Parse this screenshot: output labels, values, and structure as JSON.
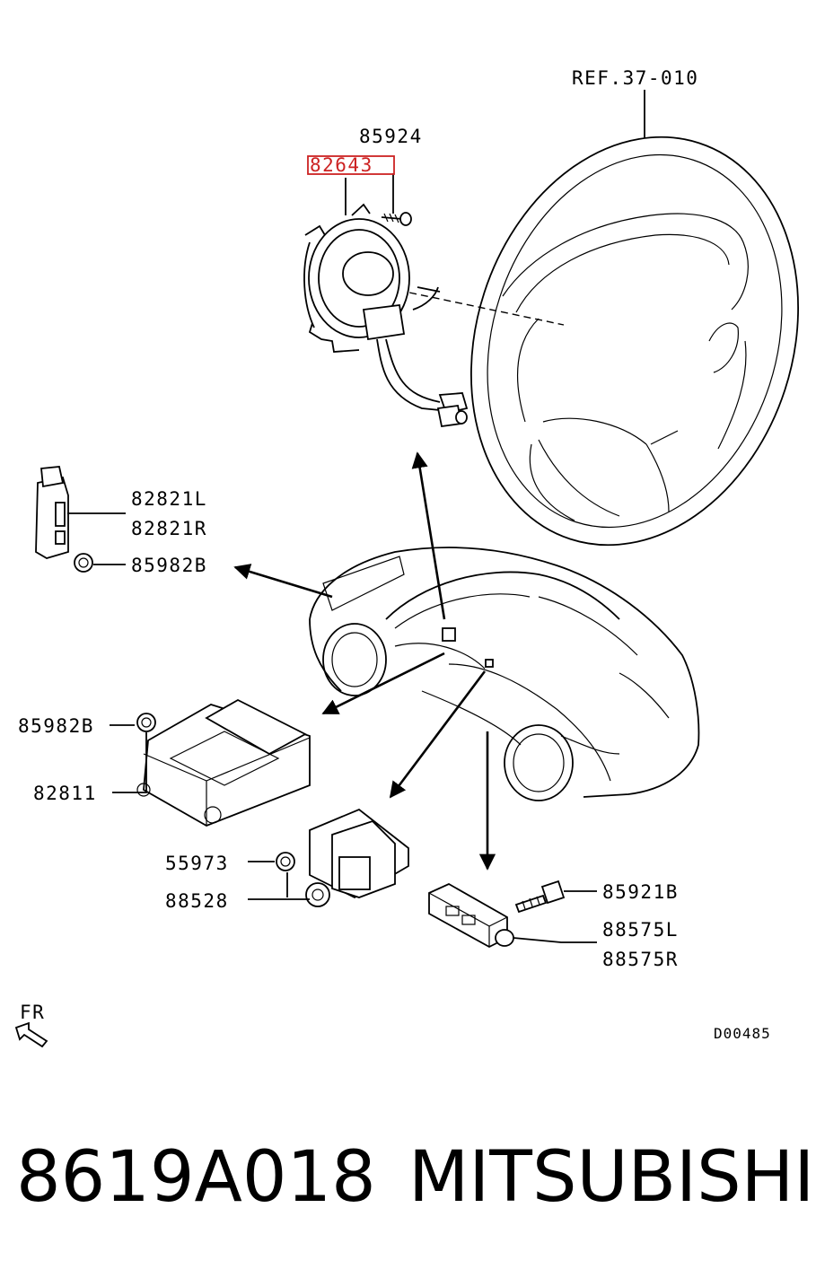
{
  "labels": {
    "ref": "REF.37-010",
    "p85924": "85924",
    "p82643": "82643",
    "p82821L": "82821L",
    "p82821R": "82821R",
    "p85982B_top": "85982B",
    "p85982B_mid": "85982B",
    "p82811": "82811",
    "p55973": "55973",
    "p88528": "88528",
    "p85921B": "85921B",
    "p88575L": "88575L",
    "p88575R": "88575R",
    "fr": "FR",
    "diagram_code": "D00485"
  },
  "footer": {
    "part_number": "8619A018",
    "brand": "MITSUBISHI"
  },
  "colors": {
    "highlight": "#cc2222",
    "ink": "#000000",
    "background": "#ffffff"
  }
}
